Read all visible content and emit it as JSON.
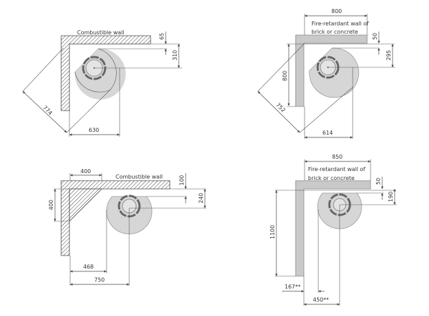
{
  "panels": [
    {
      "wall_label": "Combustible wall",
      "dims": {
        "a": "65",
        "b": "310",
        "diag": "774",
        "width": "630"
      }
    },
    {
      "wall_label_1": "Fire-retardant wall of",
      "wall_label_2": "brick or concrete",
      "dims": {
        "top": "800",
        "side": "800",
        "a": "50",
        "b": "295",
        "diag": "752",
        "width": "614"
      }
    },
    {
      "wall_label": "Combustible wall",
      "dims": {
        "top": "400",
        "side": "400",
        "a": "100",
        "b": "240",
        "w1": "468",
        "w2": "750"
      }
    },
    {
      "wall_label_1": "Fire-retardant wall of",
      "wall_label_2": "brick or concrete",
      "dims": {
        "top": "850",
        "side": "1100",
        "a": "50",
        "b": "190",
        "w1": "167**",
        "w2": "450**"
      }
    }
  ],
  "colors": {
    "stove": "#d6d6d6",
    "fire_wall": "#c9c9c9",
    "line": "#444444"
  }
}
